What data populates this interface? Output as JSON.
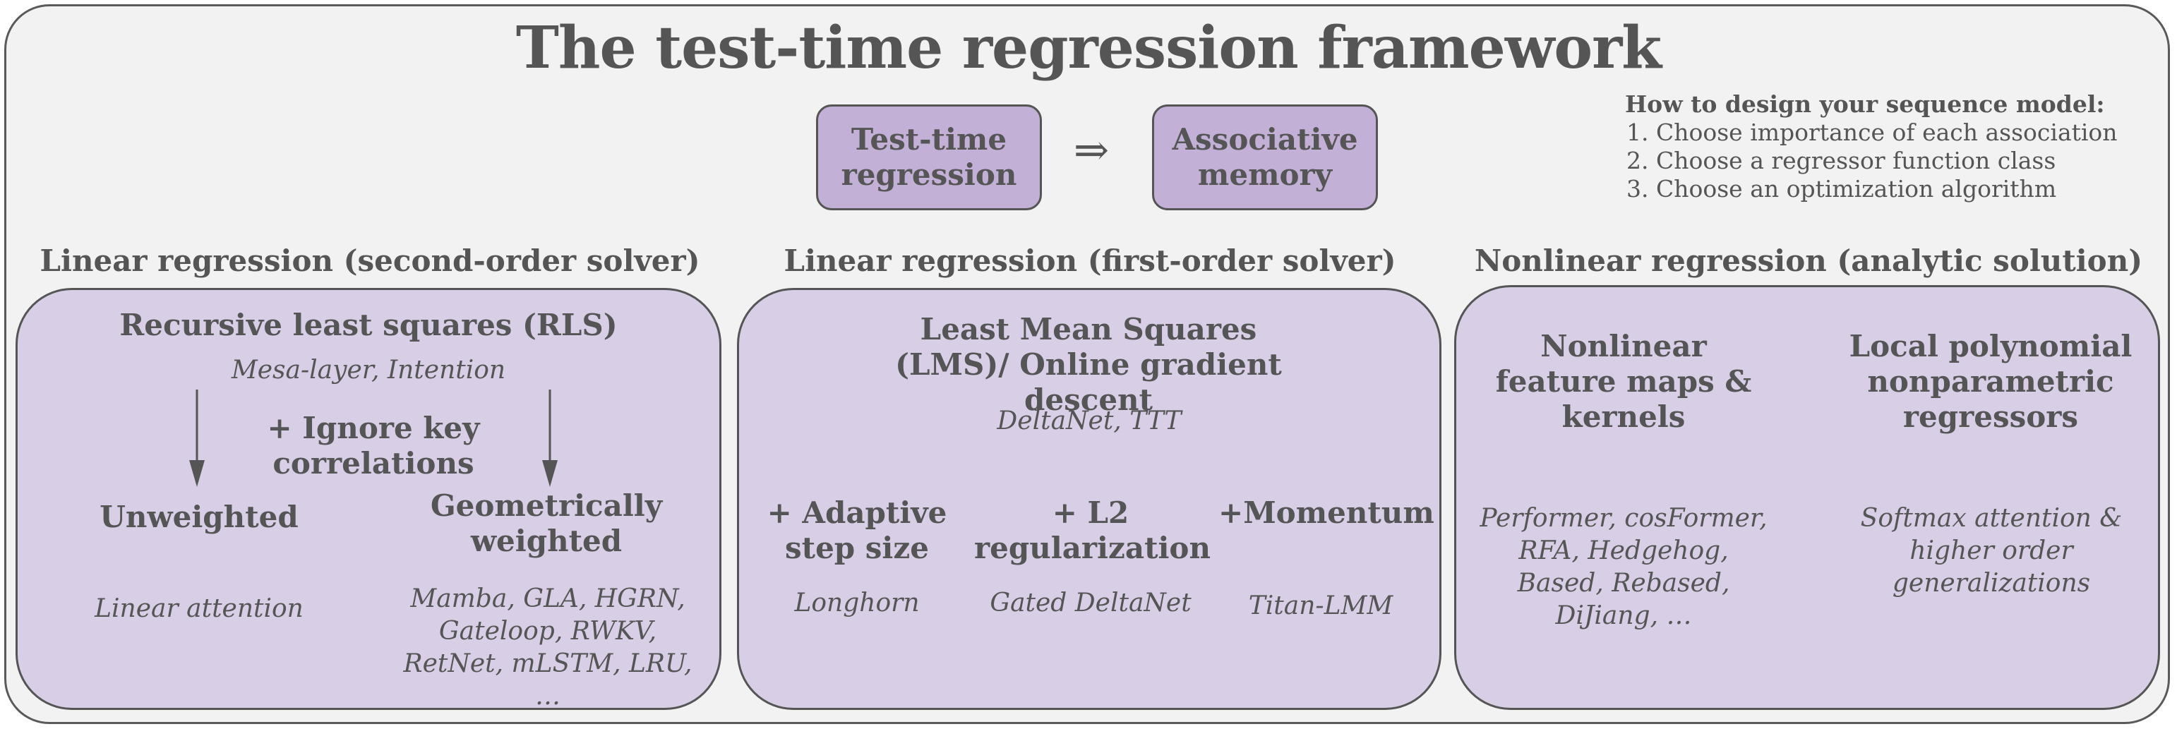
{
  "title": "The test-time regression framework",
  "top": {
    "box_left": "Test-time regression",
    "implies": "⇒",
    "box_right": "Associative memory"
  },
  "howto": {
    "heading": "How to design your sequence model:",
    "steps": [
      "Choose importance of each association",
      "Choose a regressor function class",
      "Choose an optimization algorithm"
    ]
  },
  "sections": [
    {
      "title": "Linear regression (second-order solver)",
      "header": "Recursive least squares (RLS)",
      "header_examples": "Mesa-layer, Intention",
      "modifier": "+ Ignore key correlations",
      "branches": [
        {
          "label": "Unweighted",
          "examples": "Linear attention"
        },
        {
          "label": "Geometrically weighted",
          "examples": "Mamba, GLA, HGRN, Gateloop, RWKV, RetNet, mLSTM, LRU, …"
        }
      ]
    },
    {
      "title": "Linear regression (first-order solver)",
      "header": "Least Mean Squares (LMS)/ Online gradient descent",
      "header_examples": "DeltaNet, TTT",
      "variants": [
        {
          "label": "+ Adaptive step size",
          "examples": "Longhorn"
        },
        {
          "label": "+ L2 regularization",
          "examples": "Gated DeltaNet"
        },
        {
          "label": "+Momentum",
          "examples": "Titan-LMM"
        }
      ]
    },
    {
      "title": "Nonlinear regression (analytic solution)",
      "columns": [
        {
          "label": "Nonlinear feature maps & kernels",
          "examples": "Performer, cosFormer, RFA, Hedgehog, Based, Rebased, DiJiang, …"
        },
        {
          "label": "Local polynomial nonparametric regressors",
          "examples": "Softmax attention & higher order generalizations"
        }
      ]
    }
  ],
  "colors": {
    "background": "#f2f2f2",
    "top_box_fill": "#c2b0d6",
    "panel_fill": "#d8cfe6",
    "border": "#555555",
    "text": "#555555"
  }
}
